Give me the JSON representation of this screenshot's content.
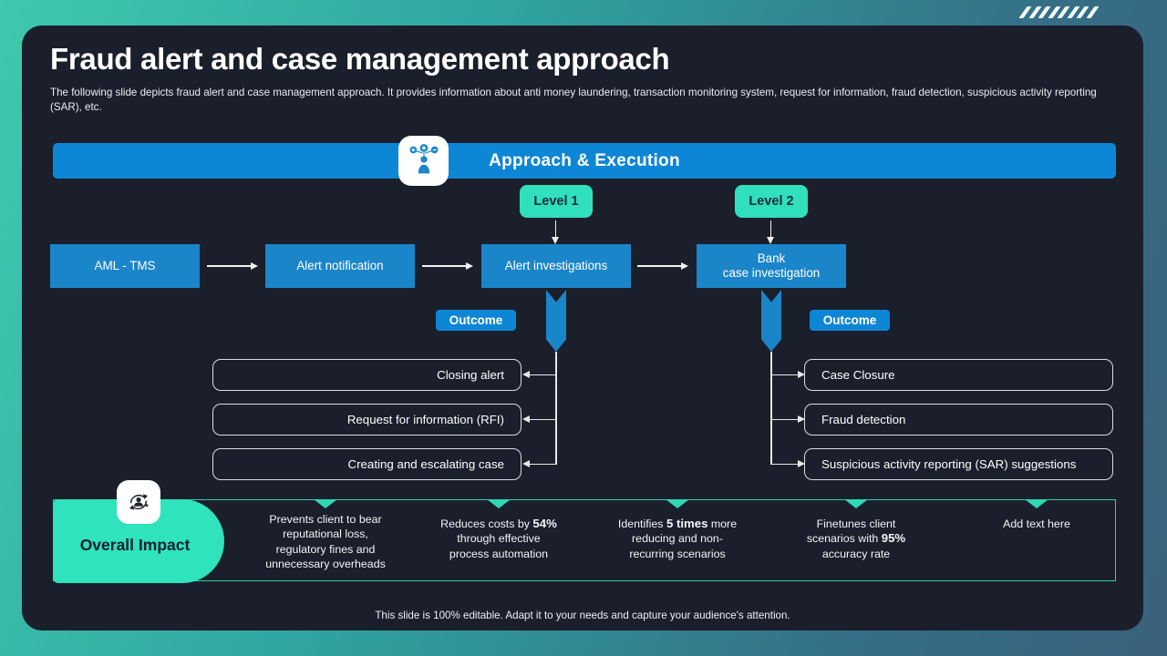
{
  "slide": {
    "title": "Fraud alert and case management approach",
    "subtitle": "The following slide depicts fraud alert and case management approach. It provides information about anti money laundering, transaction monitoring system, request for information, fraud detection, suspicious activity reporting (SAR), etc.",
    "footer": "This slide is 100% editable. Adapt it to your needs and capture your audience's attention."
  },
  "banner": {
    "label": "Approach & Execution"
  },
  "levels": {
    "level1": "Level 1",
    "level2": "Level 2"
  },
  "flow": [
    {
      "line1": "AML - TMS",
      "line2": ""
    },
    {
      "line1": "Alert notification",
      "line2": ""
    },
    {
      "line1": "Alert investigations",
      "line2": ""
    },
    {
      "line1": "Bank",
      "line2": "case investigation"
    }
  ],
  "outcomes": {
    "left": {
      "badge": "Outcome",
      "items": [
        "Closing alert",
        "Request for information (RFI)",
        "Creating and escalating case"
      ]
    },
    "right": {
      "badge": "Outcome",
      "items": [
        "Case Closure",
        "Fraud detection",
        "Suspicious activity reporting (SAR) suggestions"
      ]
    }
  },
  "impact": {
    "title": "Overall Impact",
    "items": [
      {
        "lines": [
          {
            "pre": "Prevents client to bear",
            "bold": "",
            "post": ""
          },
          {
            "pre": "reputational loss,",
            "bold": "",
            "post": ""
          },
          {
            "pre": "regulatory fines and",
            "bold": "",
            "post": ""
          },
          {
            "pre": "unnecessary overheads",
            "bold": "",
            "post": ""
          }
        ]
      },
      {
        "lines": [
          {
            "pre": "Reduces costs by ",
            "bold": "54%",
            "post": ""
          },
          {
            "pre": "through effective",
            "bold": "",
            "post": ""
          },
          {
            "pre": "process automation",
            "bold": "",
            "post": ""
          }
        ]
      },
      {
        "lines": [
          {
            "pre": "Identifies ",
            "bold": "5 times",
            "post": " more"
          },
          {
            "pre": "reducing and non-",
            "bold": "",
            "post": ""
          },
          {
            "pre": "recurring scenarios",
            "bold": "",
            "post": ""
          }
        ]
      },
      {
        "lines": [
          {
            "pre": "Finetunes client",
            "bold": "",
            "post": ""
          },
          {
            "pre": "scenarios with ",
            "bold": "95%",
            "post": ""
          },
          {
            "pre": "accuracy rate",
            "bold": "",
            "post": ""
          }
        ]
      },
      {
        "lines": [
          {
            "pre": "Add text here",
            "bold": "",
            "post": ""
          }
        ]
      }
    ]
  },
  "colors": {
    "background_teal": "#3fc9ae",
    "background_blue": "#3a617c",
    "panel_dark": "#1a1f2b",
    "accent_blue": "#0e86d6",
    "box_blue": "#1b85c9",
    "teal_badge": "#30e0bc",
    "teal_impact": "#2fe3bc"
  }
}
